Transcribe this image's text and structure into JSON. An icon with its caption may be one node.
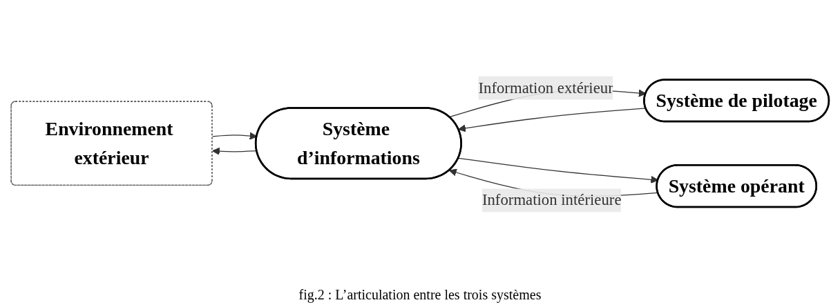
{
  "diagram": {
    "caption": "fig.2 : L’articulation entre les trois systèmes",
    "nodes": [
      {
        "text": [
          "Environnement extérieur"
        ]
      },
      {
        "text": [
          "Système de pilotage"
        ]
      },
      {
        "text": [
          "Système d’informations"
        ]
      },
      {
        "text": [
          "Système opérant"
        ]
      }
    ],
    "edges": [
      {
        "from": 1,
        "to": 2,
        "arrow": "to"
      },
      {
        "from": 2,
        "to": 1,
        "arrow": "to",
        "label": "Information extérieur"
      },
      {
        "from": 0,
        "to": 2,
        "arrow": "to"
      },
      {
        "from": 2,
        "to": 0,
        "arrow": "to"
      },
      {
        "from": 2,
        "to": 3,
        "arrow": "to"
      },
      {
        "from": 3,
        "to": 2,
        "arrow": "to",
        "label": "Information intérieure"
      }
    ]
  }
}
